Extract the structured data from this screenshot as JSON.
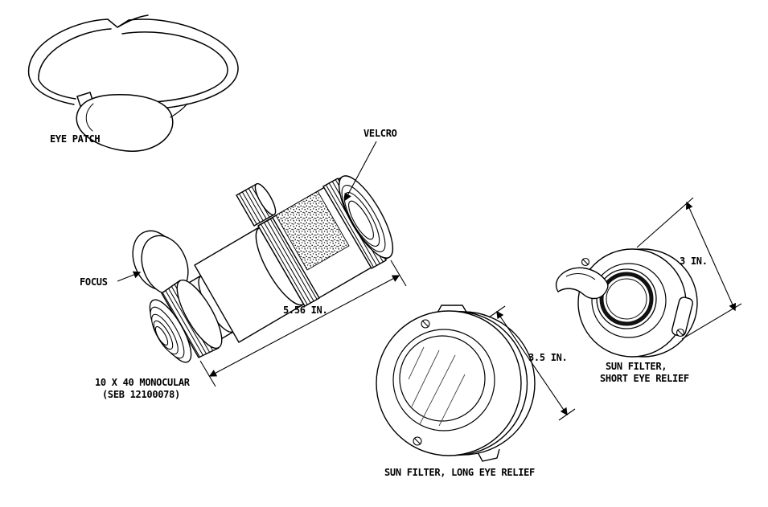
{
  "colors": {
    "background": "#ffffff",
    "ink": "#000000"
  },
  "eye_patch": {
    "label": "EYE PATCH"
  },
  "monocular": {
    "name": "10 X 40 MONOCULAR",
    "part_number": "(SEB 12100078)",
    "focus_label": "FOCUS",
    "velcro_label": "VELCRO",
    "length_dimension": "5.56 IN."
  },
  "sun_filter_long": {
    "label": "SUN FILTER, LONG EYE RELIEF",
    "diameter_dimension": "3.5 IN."
  },
  "sun_filter_short": {
    "label_line1": "SUN FILTER,",
    "label_line2": "SHORT EYE RELIEF",
    "diameter_dimension": "3 IN."
  }
}
